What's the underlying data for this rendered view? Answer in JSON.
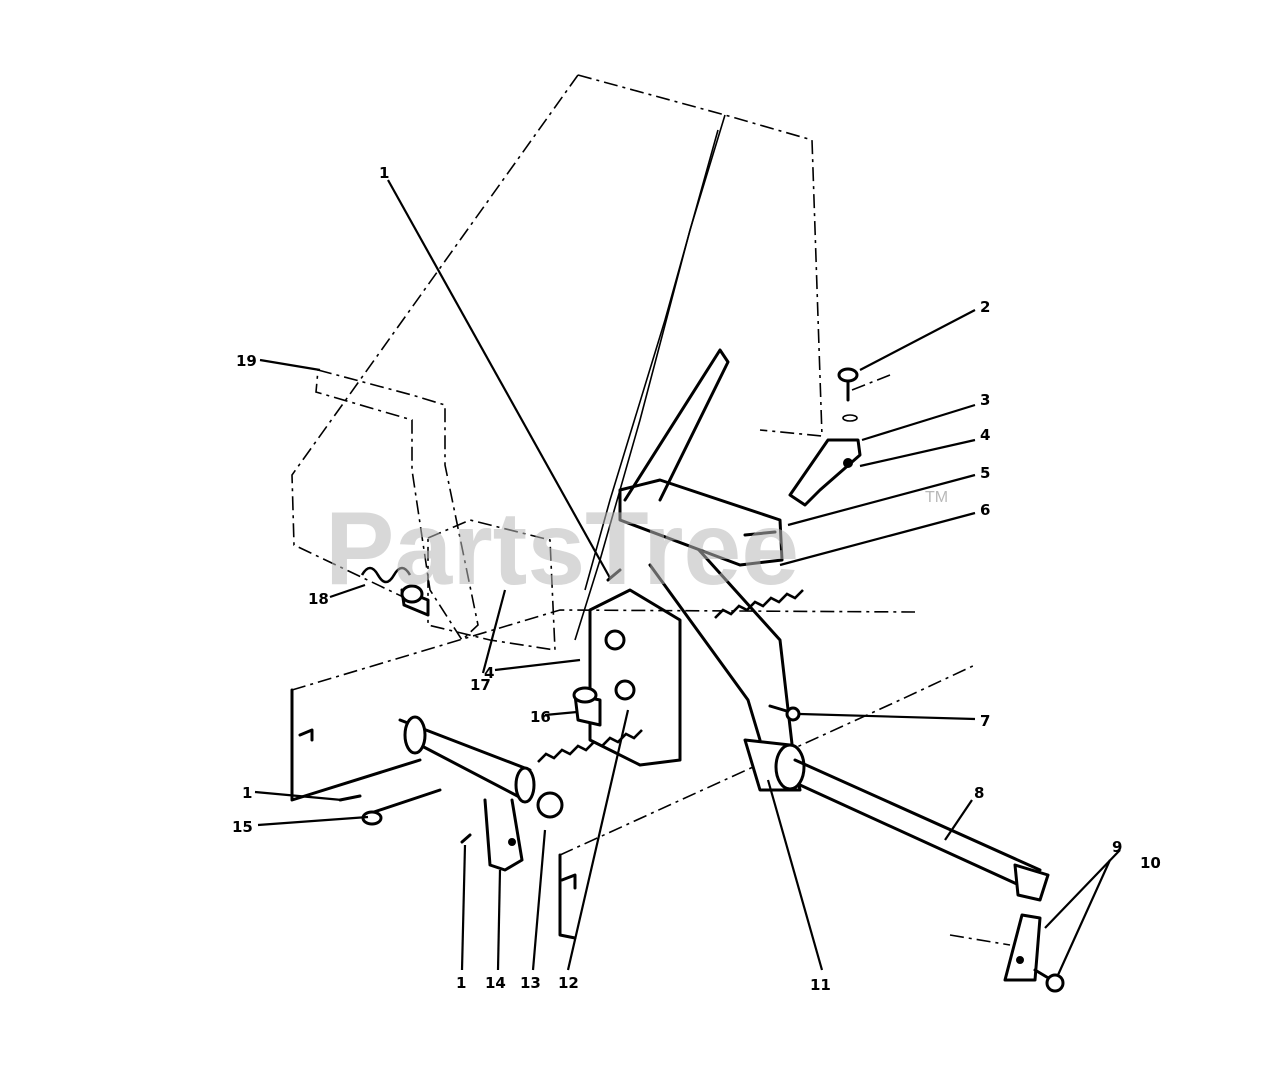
{
  "watermark": {
    "brand": "PartsTree",
    "trademark": "TM"
  },
  "callouts": [
    {
      "id": "c1-top",
      "label": "1"
    },
    {
      "id": "c2",
      "label": "2"
    },
    {
      "id": "c3",
      "label": "3"
    },
    {
      "id": "c4-right",
      "label": "4"
    },
    {
      "id": "c5",
      "label": "5"
    },
    {
      "id": "c6",
      "label": "6"
    },
    {
      "id": "c7",
      "label": "7"
    },
    {
      "id": "c8",
      "label": "8"
    },
    {
      "id": "c9",
      "label": "9"
    },
    {
      "id": "c10",
      "label": "10"
    },
    {
      "id": "c11",
      "label": "11"
    },
    {
      "id": "c12",
      "label": "12"
    },
    {
      "id": "c13",
      "label": "13"
    },
    {
      "id": "c14",
      "label": "14"
    },
    {
      "id": "c1-bottom",
      "label": "1"
    },
    {
      "id": "c15",
      "label": "15"
    },
    {
      "id": "c1-left",
      "label": "1"
    },
    {
      "id": "c16",
      "label": "16"
    },
    {
      "id": "c4-mid",
      "label": "4"
    },
    {
      "id": "c17",
      "label": "17"
    },
    {
      "id": "c18",
      "label": "18"
    },
    {
      "id": "c19",
      "label": "19"
    }
  ]
}
